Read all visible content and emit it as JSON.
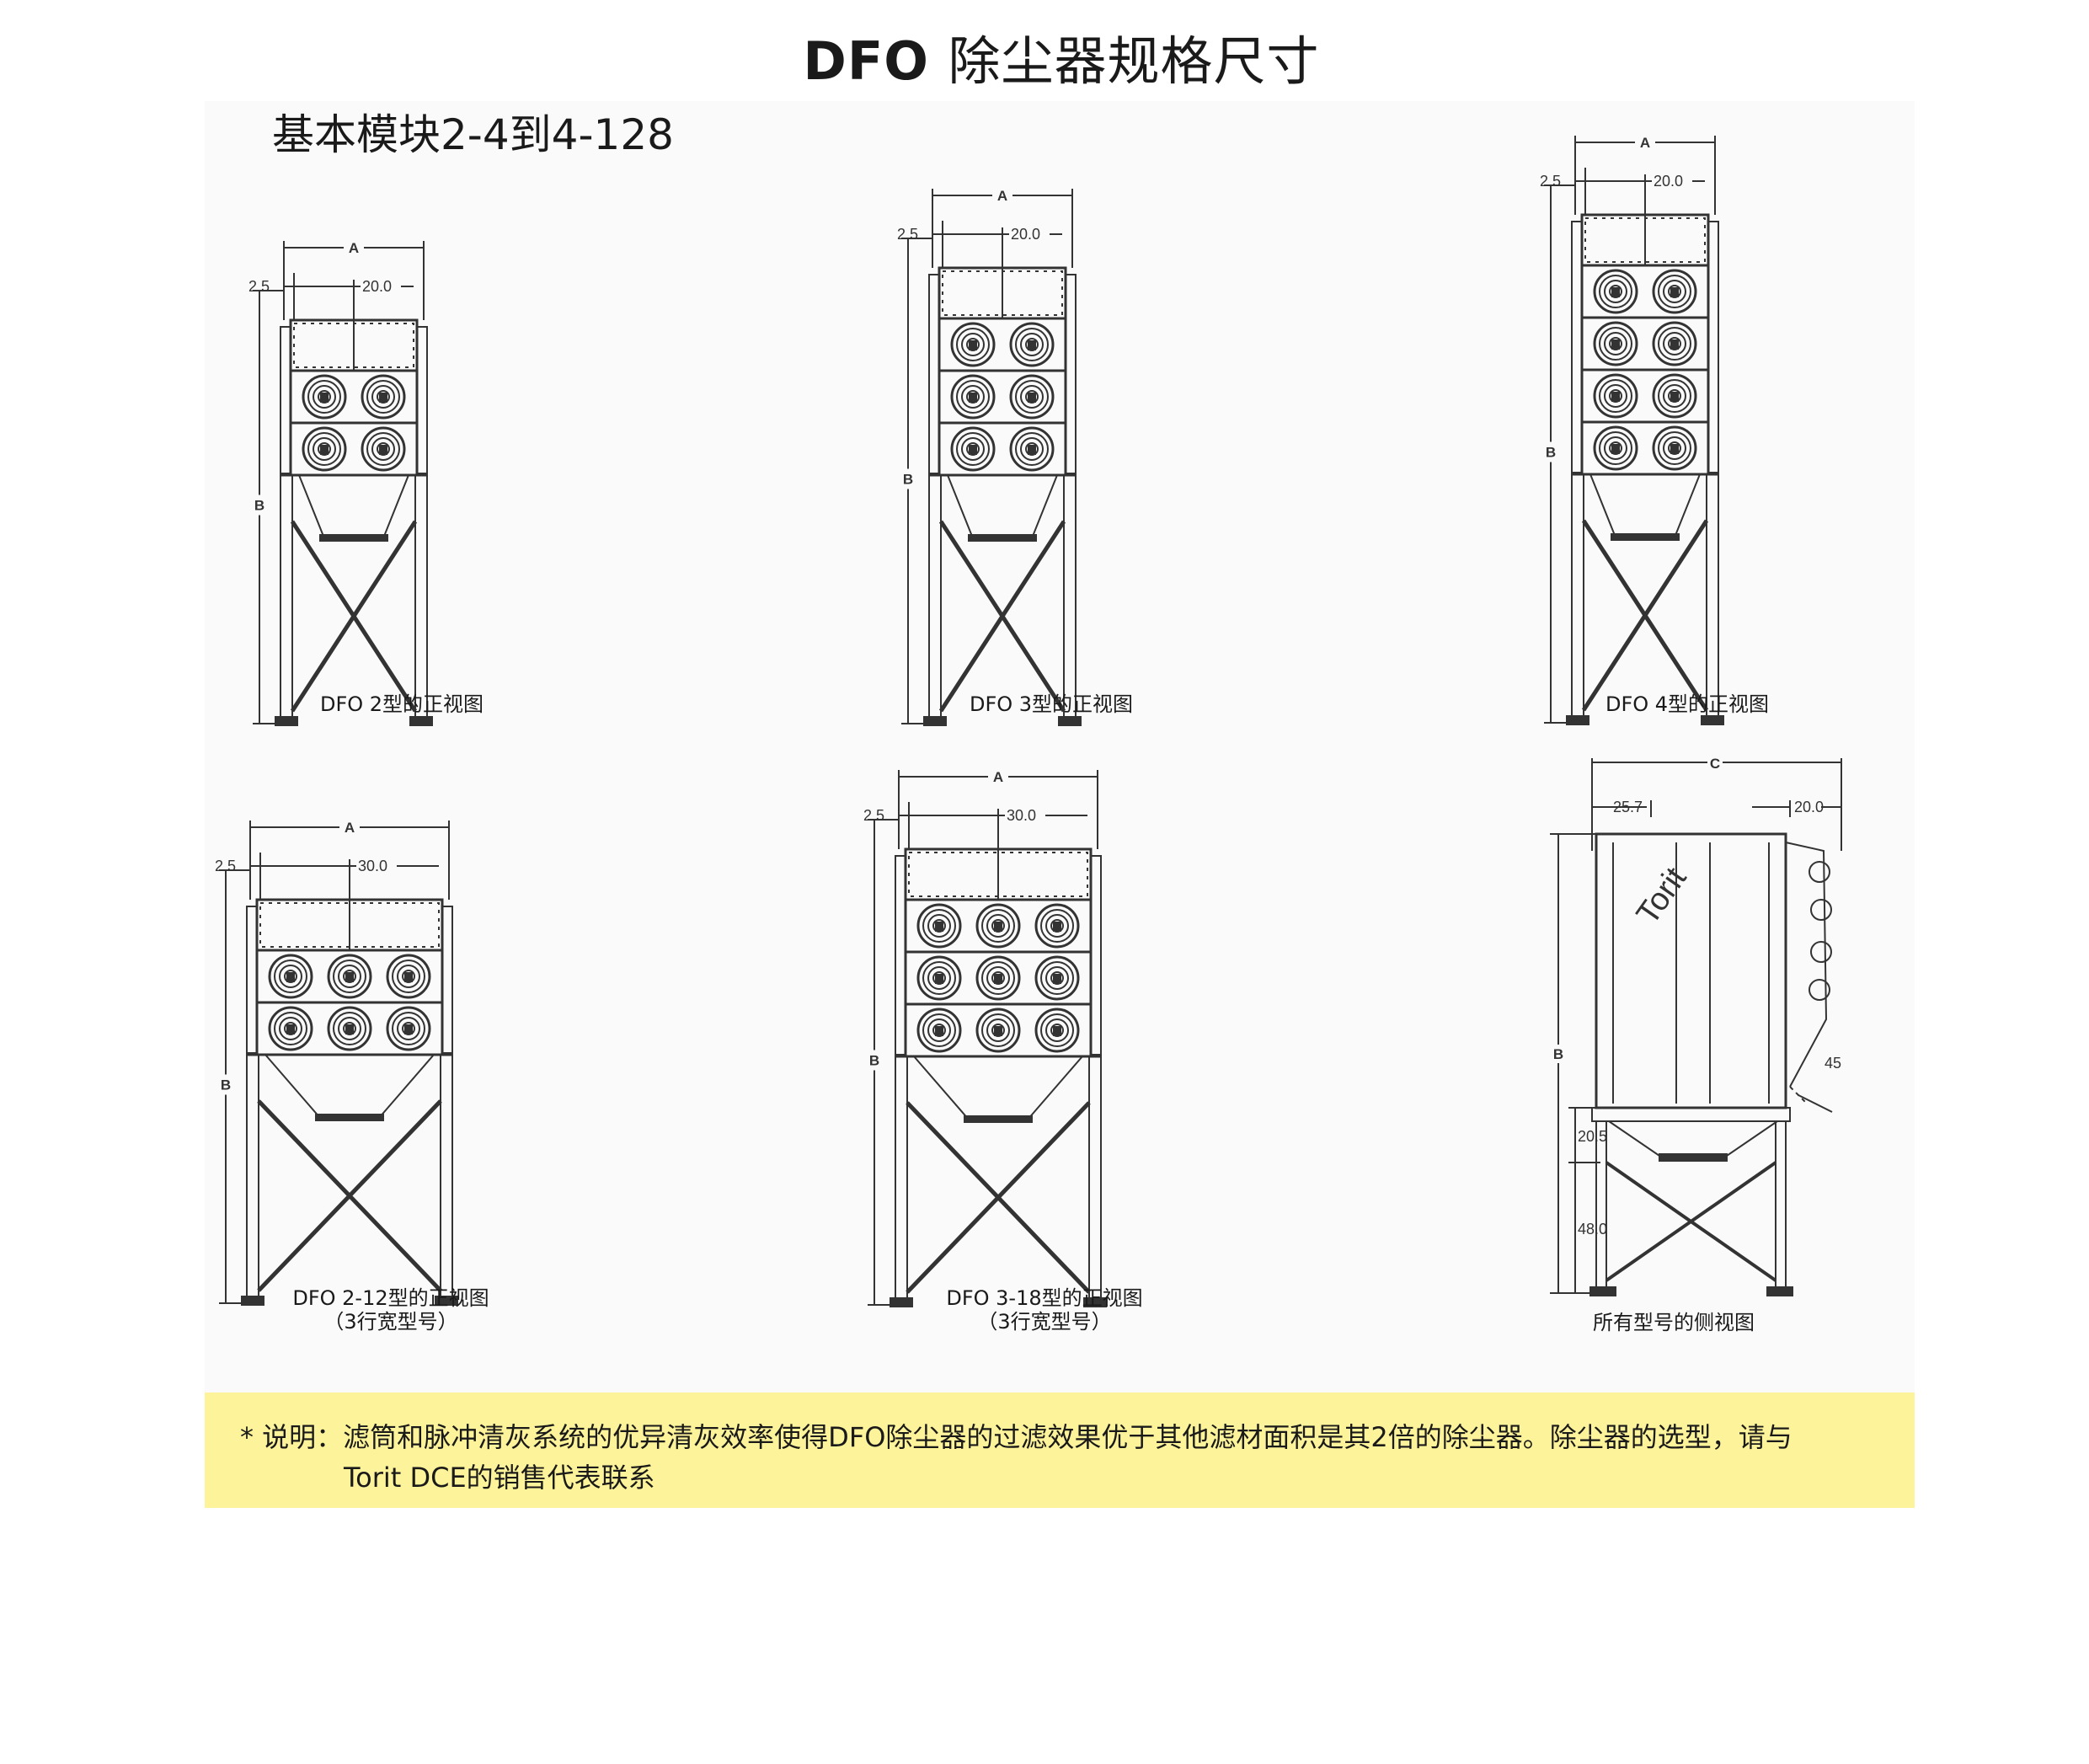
{
  "title": {
    "prefix": "DFO",
    "main": "除尘器规格尺寸"
  },
  "subtitle": "基本模块2-4到4-128",
  "drawings": [
    {
      "id": "dfo2",
      "cols": 2,
      "rows": 2,
      "labels": {
        "a": "A",
        "b": "B",
        "offset": "2.5",
        "width": "20.0"
      },
      "caption": [
        "DFO 2型的正视图"
      ]
    },
    {
      "id": "dfo3",
      "cols": 2,
      "rows": 3,
      "labels": {
        "a": "A",
        "b": "B",
        "offset": "2.5",
        "width": "20.0"
      },
      "caption": [
        "DFO 3型的正视图"
      ]
    },
    {
      "id": "dfo4",
      "cols": 2,
      "rows": 4,
      "labels": {
        "a": "A",
        "b": "B",
        "offset": "2.5",
        "width": "20.0"
      },
      "caption": [
        "DFO 4型的正视图"
      ]
    },
    {
      "id": "dfo212",
      "cols": 3,
      "rows": 2,
      "labels": {
        "a": "A",
        "b": "B",
        "offset": "2.5",
        "width": "30.0"
      },
      "caption": [
        "DFO 2-12型的正视图",
        "（3行宽型号）"
      ]
    },
    {
      "id": "dfo318",
      "cols": 3,
      "rows": 3,
      "labels": {
        "a": "A",
        "b": "B",
        "offset": "2.5",
        "width": "30.0"
      },
      "caption": [
        "DFO 3-18型的正视图",
        "（3行宽型号）"
      ]
    }
  ],
  "side_view": {
    "labels": {
      "c": "C",
      "depth": "25.7",
      "width": "20.0",
      "b": "B",
      "hopper": "20.5",
      "leg": "48.0",
      "angle": "45"
    },
    "logo_text": "Torit",
    "caption": "所有型号的侧视图"
  },
  "note": {
    "line1": "* 说明：滤筒和脉冲清灰系统的优异清灰效率使得DFO除尘器的过滤效果优于其他滤材面积是其2倍的除尘器。除尘器的选型，请与",
    "line2": "Torit DCE的销售代表联系"
  }
}
